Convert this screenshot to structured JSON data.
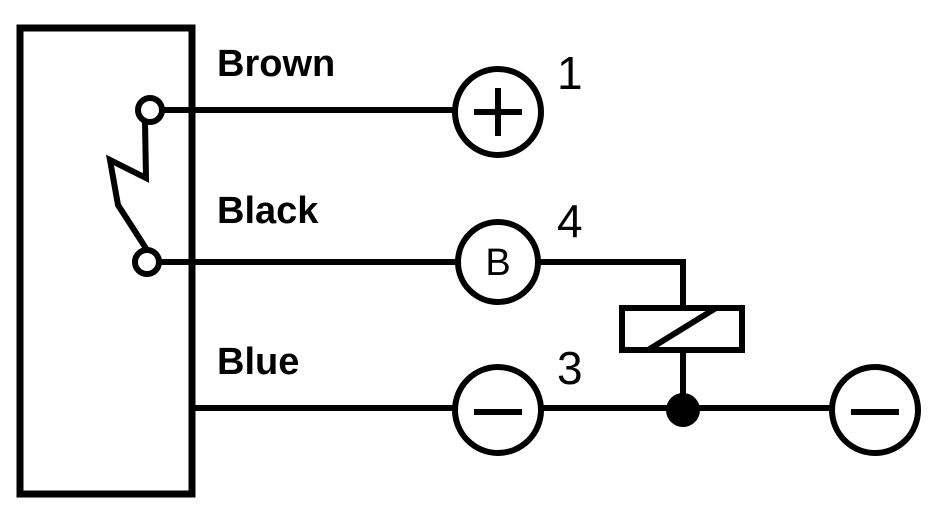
{
  "wires": [
    {
      "label": "Brown",
      "pin": "1",
      "terminal": "+"
    },
    {
      "label": "Black",
      "pin": "4",
      "terminal": "B"
    },
    {
      "label": "Blue",
      "pin": "3",
      "terminal": "−"
    }
  ],
  "load_terminal": "−",
  "colors": {
    "stroke": "#000000",
    "background": "#ffffff"
  }
}
